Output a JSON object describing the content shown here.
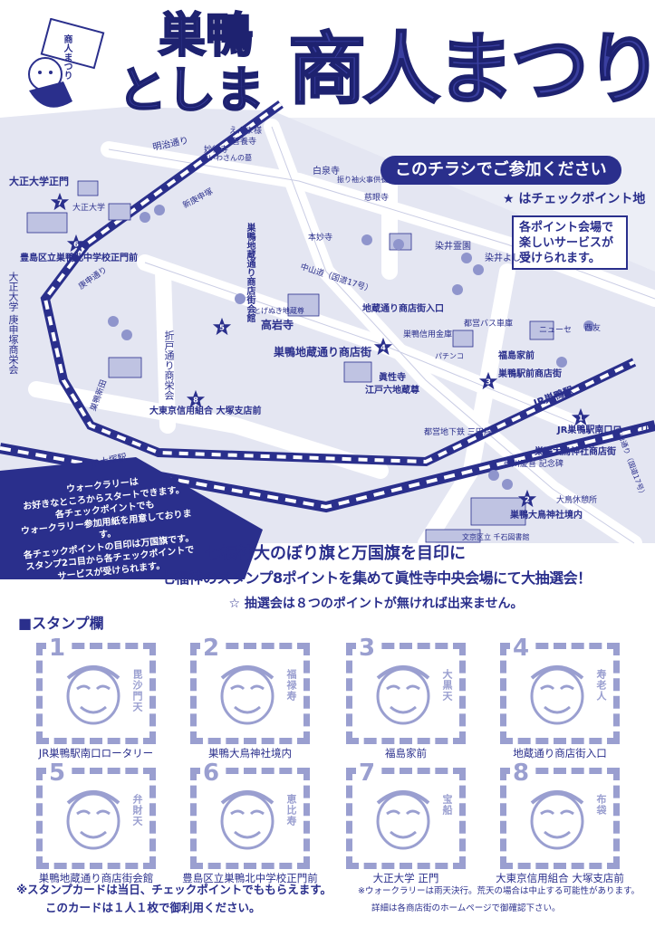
{
  "header": {
    "title_line1": "巣鴨",
    "title_line2": "としま",
    "title_big": "商人まつり",
    "mascot_flag": "商人まつり"
  },
  "callout": "このチラシでご参加ください",
  "checkpoint_legend": "★ はチェックポイント地",
  "service_note": "各ポイント会場で楽しいサービスが受けられます。",
  "walk_rally": {
    "lines": [
      "ウォークラリーは",
      "お好きなところからスタートできます。",
      "各チェックポイントでも",
      "ウォークラリー参加用紙を用意しております。",
      "各チェックポイントの目印は万国旗です。",
      "スタンプ2コ目から各チェックポイントで",
      "サービスが受けられます。"
    ]
  },
  "map": {
    "labels": {
      "meiji": "明治通り",
      "enma": "えんま様",
      "zenkoji": "善養寺",
      "myogyoji": "妙行寺",
      "oiwa": "おいわさんの墓",
      "shinkoshin": "新庚申塚",
      "hakusen": "白泉寺",
      "furisode": "振り袖火事供養塔",
      "jiganji": "慈眼寺",
      "honmyoji": "本妙寺",
      "sugamo_jizo": "巣鴨地蔵通り商店街会館",
      "kogan": "高岩寺",
      "kogan_sub": "とげぬき地蔵尊",
      "jizo_street": "巣鴨地蔵通り商店街",
      "jizo_entrance": "地蔵通り商店街入口",
      "shinkin": "巣鴨信用金庫",
      "toei_bus": "都営バス車庫",
      "fukushima": "福島家前",
      "sugamo_ekimae": "巣鴨駅前商店街",
      "jr_sugamo": "JR巣鴨駅",
      "jr_south": "JR巣鴨駅南口ロータリー",
      "shinshoji": "眞性寺",
      "edo_jizo": "江戸六地蔵尊",
      "mita": "都営地下鉄 三田線",
      "otori_shotengai": "巣鴨大鳥神社商店街",
      "tokugawa": "徳川慶喜 記念碑",
      "otori": "巣鴨大鳥神社境内",
      "otori_park": "大鳥休憩所",
      "bunkyo": "文京区立 千石図書館",
      "taisho": "大正大学正門",
      "taisho_u": "大正大学",
      "kita_jhs": "豊島区立巣鴨北中学校正門前",
      "koshin": "庚申通り",
      "taisho_koshin": "大正大学 庚申塚商栄会",
      "orito": "折戸通り商栄会",
      "daitokyo": "大東京信用組合 大塚支店前",
      "otsuka": "JR大塚駅",
      "sugamo_shinden": "巣鴨新田",
      "nakasendo": "中山道（国道17号）",
      "hakusan": "白山通り（国道17号）",
      "somei": "染井霊園",
      "someiyoshino": "染井よしの",
      "nishika": "西友",
      "newcity": "ニューセ",
      "pachinko": "パチンコ"
    },
    "checkpoints": [
      "1",
      "2",
      "3",
      "4",
      "5",
      "6",
      "7",
      "8"
    ]
  },
  "banner": {
    "line1": "七福神大のぼり旗と万国旗を目印に",
    "line2": "七福神のスタンプ8ポイントを集めて眞性寺中央会場にて大抽選会！",
    "line3": "☆ 抽選会は８つのポイントが無ければ出来ません。"
  },
  "stamp_section_title": "■スタンプ欄",
  "stamps": [
    {
      "num": "1",
      "god": "毘沙門天",
      "place": "JR巣鴨駅南口ロータリー"
    },
    {
      "num": "2",
      "god": "福禄寿",
      "place": "巣鴨大鳥神社境内"
    },
    {
      "num": "3",
      "god": "大黒天",
      "place": "福島家前"
    },
    {
      "num": "4",
      "god": "寿老人",
      "place": "地蔵通り商店街入口"
    },
    {
      "num": "5",
      "god": "弁財天",
      "place": "巣鴨地蔵通り商店街会館"
    },
    {
      "num": "6",
      "god": "恵比寿",
      "place": "豊島区立巣鴨北中学校正門前"
    },
    {
      "num": "7",
      "god": "宝船",
      "place": "大正大学 正門"
    },
    {
      "num": "8",
      "god": "布袋",
      "place": "大東京信用組合 大塚支店前"
    }
  ],
  "footer": {
    "left1": "※スタンプカードは当日、チェックポイントでももらえます。",
    "left2": "このカードは１人１枚で御利用ください。",
    "right1": "※ウォークラリーは雨天決行。荒天の場合は中止する可能性があります。",
    "right2": "詳細は各商店街のホームページで御確認下さい。"
  },
  "colors": {
    "primary": "#2a2f8c",
    "light": "#9a9fd0",
    "map_fill": "#e6e7f3"
  }
}
